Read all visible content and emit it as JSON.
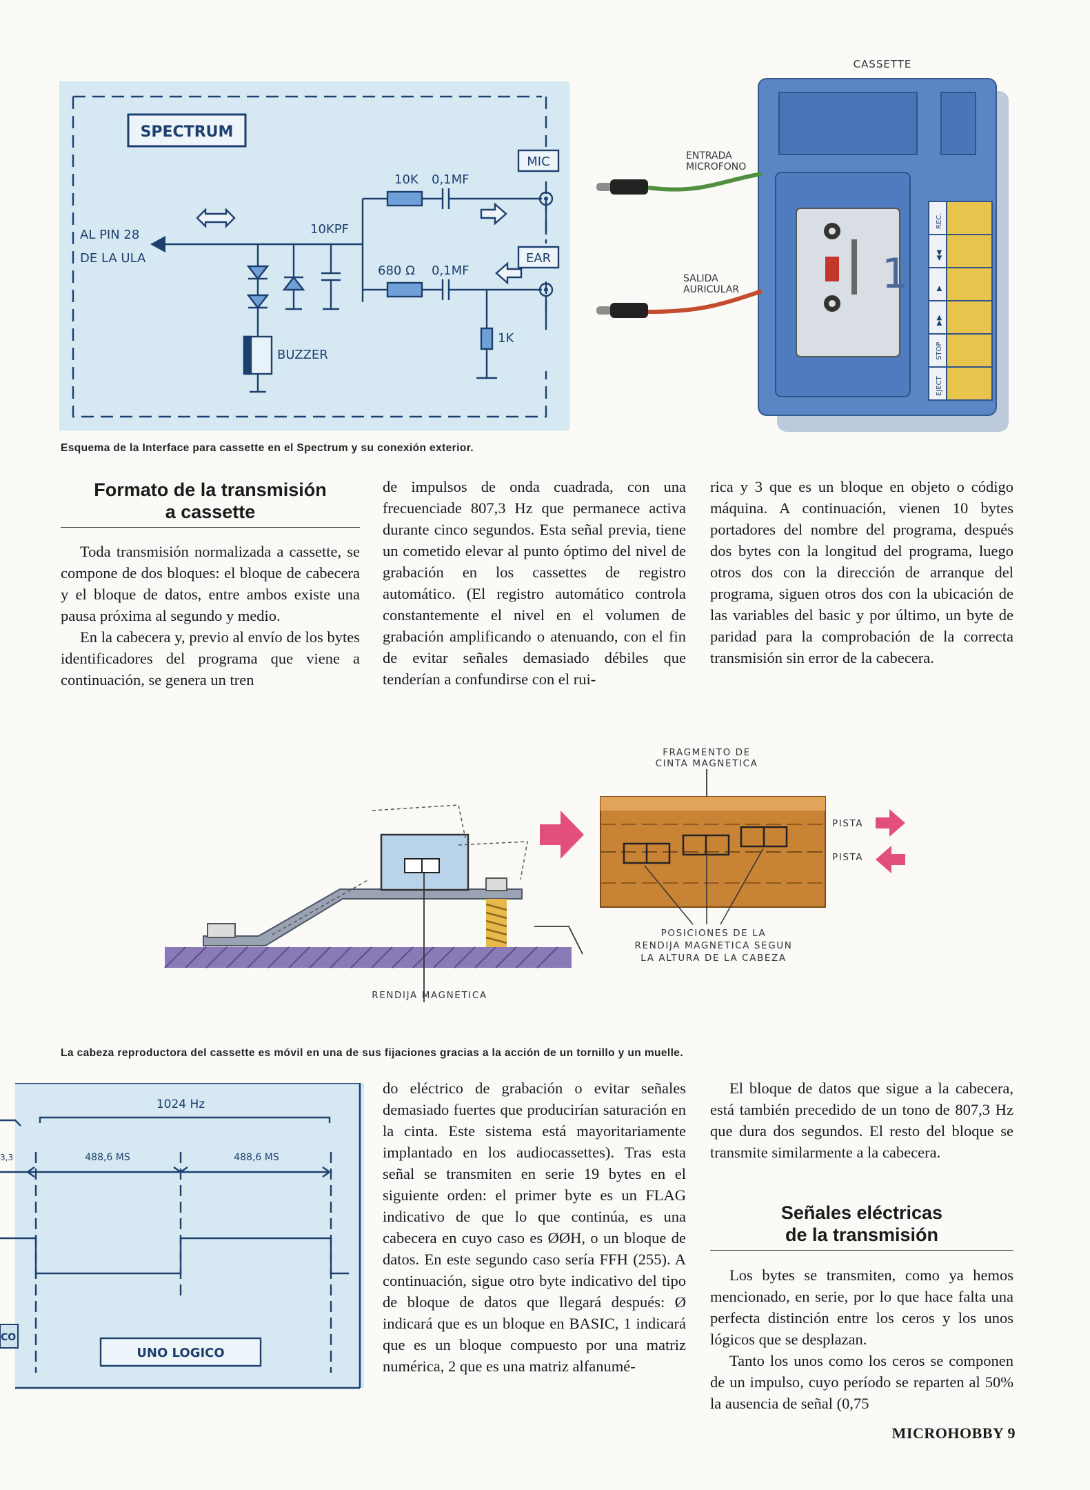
{
  "figure1": {
    "spectrum": "SPECTRUM",
    "al_pin": "AL PIN 28",
    "de_la_ula": "DE LA ULA",
    "r10k": "10K",
    "c01_top": "0,1MF",
    "kpf": "10KPF",
    "mic": "MIC",
    "ear": "EAR",
    "r680": "680 Ω",
    "c01_bottom": "0,1MF",
    "r1k": "1K",
    "buzzer": "BUZZER",
    "cassette": "CASSETTE",
    "entrada": "ENTRADA",
    "microfono": "MICROFONO",
    "salida": "SALIDA",
    "auricular": "AURICULAR",
    "keys": [
      "REC.",
      "◀◀",
      "▶",
      "▶▶",
      "STOP",
      "EJECT"
    ],
    "counter": "1"
  },
  "caption1": "Esquema de la Interface para cassette en el Spectrum y su conexión exterior.",
  "section1": {
    "title_line1": "Formato de la transmisión",
    "title_line2": "a cassette",
    "p1": "Toda transmisión normalizada a cassette, se compone de dos bloques: el bloque de cabecera y el bloque de datos, entre ambos existe una pausa próxima al segundo y medio.",
    "p2": "En la cabecera y, previo al envío de los bytes identificadores del programa que viene a continuación, se genera un tren"
  },
  "col2_top": "de impulsos de onda cuadrada, con una frecuenciade 807,3 Hz que permanece activa durante cinco segundos. Esta señal previa, tiene un cometido elevar al punto óptimo del nivel de grabación en los cassettes de registro automático. (El registro automático controla constantemente el nivel en el volumen de grabación amplificando o atenuando, con el fin de evitar señales demasiado débiles que tenderían a confundirse con el rui-",
  "col3_top": "rica y 3 que es un bloque en objeto o código máquina. A continuación, vienen 10 bytes portadores del nombre del programa, después dos bytes con la longitud del programa, luego otros dos con la dirección de arranque del programa, siguen otros dos con la ubicación de las variables del basic y por último, un byte de paridad para la comprobación de la correcta transmisión sin error de la cabecera.",
  "figure2": {
    "fragmento1": "FRAGMENTO DE",
    "fragmento2": "CINTA MAGNETICA",
    "pista1": "PISTA",
    "pista2": "PISTA",
    "pos1": "POSICIONES DE LA",
    "pos2": "RENDIJA MAGNETICA SEGUN",
    "pos3": "LA ALTURA DE LA CABEZA",
    "rendija": "RENDIJA MAGNETICA"
  },
  "caption2": "La cabeza reproductora del cassette es móvil en una de sus fijaciones gracias a la acción de un tornillo y un muelle.",
  "figure3": {
    "freq": "1024 Hz",
    "t1": "488,6 MS",
    "t2": "488,6 MS",
    "edge_left": "3,3",
    "label": "UNO LOGICO",
    "edge_co": "CO"
  },
  "col2_bottom": "do eléctrico de grabación o evitar señales demasiado fuertes que producirían saturación en la cinta. Este sistema está mayoritariamente implantado en los audiocassettes). Tras esta señal se transmiten en serie 19 bytes en el siguiente orden: el primer byte es un FLAG indicativo de que lo que continúa, es una cabecera en cuyo caso es ØØH, o un bloque de datos. En este segundo caso sería FFH (255). A continuación, sigue otro byte indicativo del tipo de bloque de datos que llegará después: Ø indicará que es un bloque en BASIC, 1 indicará que es un bloque compuesto por una matriz numérica, 2 que es una matriz alfanumé-",
  "col3_bottom": {
    "p1": "El bloque de datos que sigue a la cabecera, está también precedido de un tono de 807,3 Hz que dura dos segundos. El resto del bloque se transmite similarmente a la cabecera.",
    "title_line1": "Señales eléctricas",
    "title_line2": "de la transmisión",
    "p2": "Los bytes se transmiten, como ya hemos mencionado, en serie, por lo que hace falta una perfecta distinción entre los ceros y los unos lógicos que se desplazan.",
    "p3": "Tanto los unos como los ceros se componen de un impulso, cuyo período se reparten al 50% la ausencia de señal (0,75"
  },
  "footer": "MICROHOBBY 9",
  "colors": {
    "diagram_bg": "#d6e8f2",
    "ink_blue": "#1c3f6e",
    "cassette_blue": "#5b86c6",
    "tape_brown": "#c98334",
    "pink_arrow": "#e24f7c"
  }
}
